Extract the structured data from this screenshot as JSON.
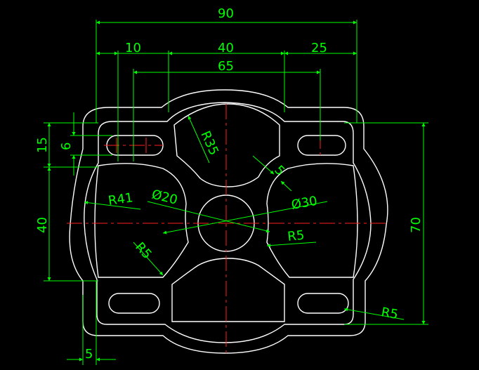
{
  "colors": {
    "background": "#000000",
    "geometry": "#ffffff",
    "dimension": "#00ff00",
    "centerline": "#ff2020"
  },
  "dimensions": {
    "top_width": "90",
    "d10": "10",
    "d40_top": "40",
    "d25": "25",
    "d65": "65",
    "left_15": "15",
    "left_6": "6",
    "left_40": "40",
    "right_70": "70",
    "bottom_5": "5",
    "r35": "R35",
    "r41": "R41",
    "dia20": "Ø20",
    "dia30": "Ø30",
    "five_slant": "5",
    "r5_center": "R5",
    "r5_left": "R5",
    "r5_bottom": "R5"
  }
}
